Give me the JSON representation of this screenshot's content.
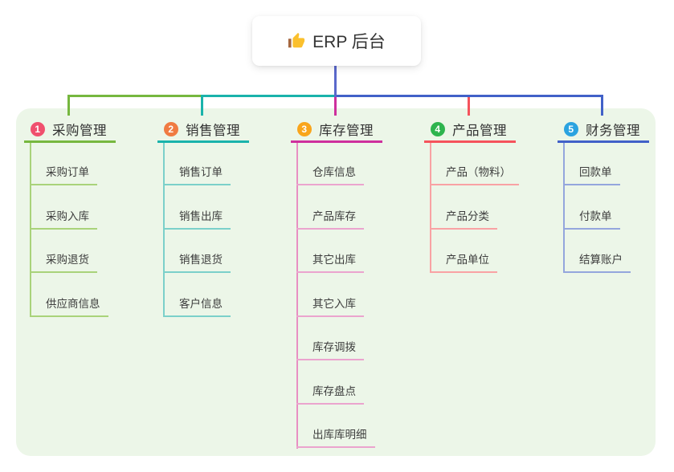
{
  "root": {
    "title": "ERP 后台",
    "icon": "thumbs-up-icon"
  },
  "colors": {
    "panel_background": "#ECF6E8",
    "root_stem": "#5A68CB",
    "branch_1_line": "#76B73F",
    "branch_1_sub_line": "#A9D37A",
    "branch_1_badge": "#F0506E",
    "branch_2_line": "#1AB3AB",
    "branch_2_sub_line": "#7BD0CA",
    "branch_2_badge": "#F07B42",
    "branch_3_line": "#CE2F9D",
    "branch_3_sub_line": "#EBA4CE",
    "branch_3_badge": "#F9A51B",
    "branch_4_line": "#F5535C",
    "branch_4_sub_line": "#F9A2A4",
    "branch_4_badge": "#2EB44E",
    "branch_5_line": "#4161C8",
    "branch_5_sub_line": "#94A6DD",
    "branch_5_badge": "#2BA3E0"
  },
  "branches": [
    {
      "badge": "1",
      "label": "采购管理",
      "items": [
        "采购订单",
        "采购入库",
        "采购退货",
        "供应商信息"
      ]
    },
    {
      "badge": "2",
      "label": "销售管理",
      "items": [
        "销售订单",
        "销售出库",
        "销售退货",
        "客户信息"
      ]
    },
    {
      "badge": "3",
      "label": "库存管理",
      "items": [
        "仓库信息",
        "产品库存",
        "其它出库",
        "其它入库",
        "库存调拨",
        "库存盘点",
        "出库库明细"
      ]
    },
    {
      "badge": "4",
      "label": "产品管理",
      "items": [
        "产品（物料）",
        "产品分类",
        "产品单位"
      ]
    },
    {
      "badge": "5",
      "label": "财务管理",
      "items": [
        "回款单",
        "付款单",
        "结算账户"
      ]
    }
  ]
}
